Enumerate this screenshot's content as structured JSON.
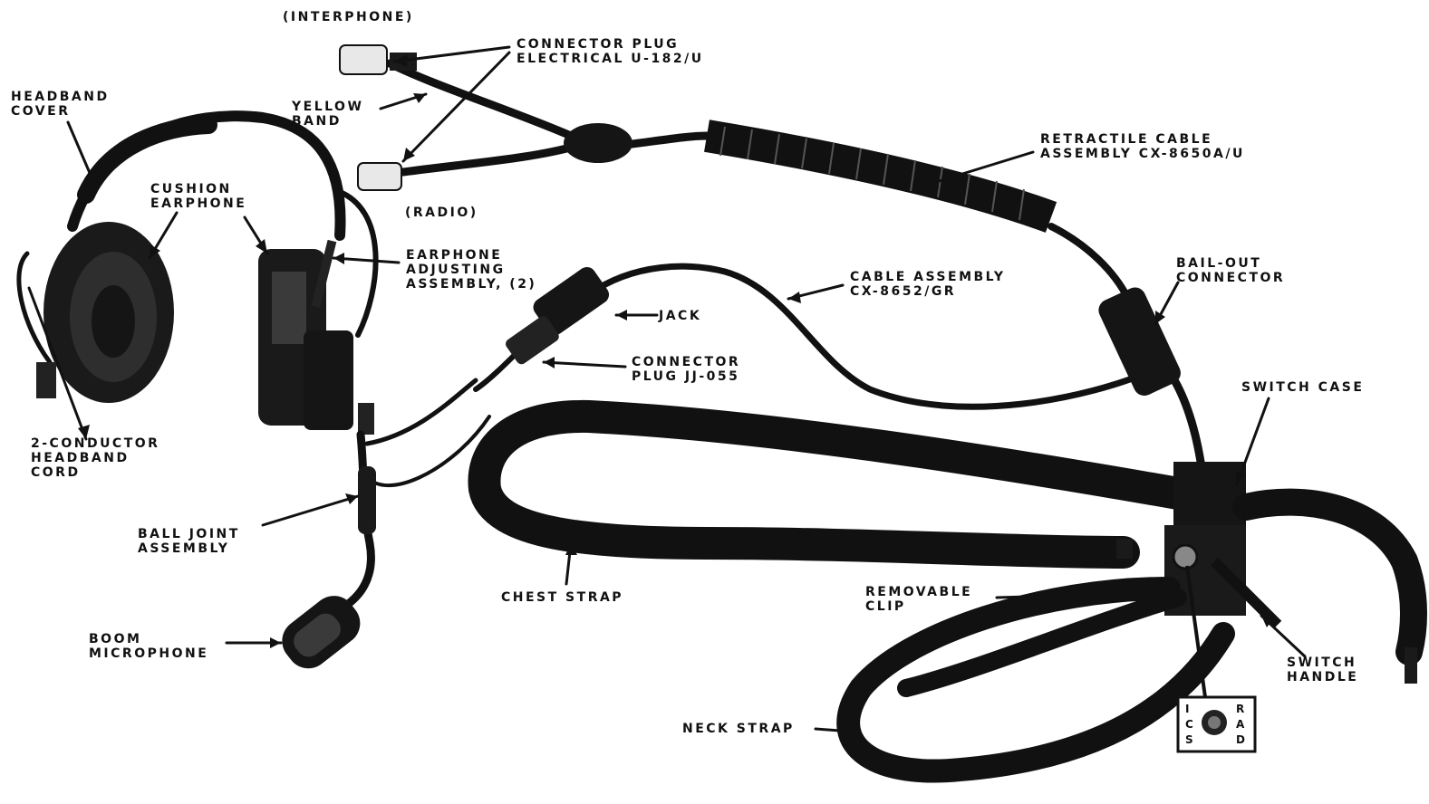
{
  "labels": {
    "interphone": "(INTERPHONE)",
    "connector_plug_electrical": [
      "CONNECTOR PLUG",
      "ELECTRICAL U-182/U"
    ],
    "yellow_band": [
      "YELLOW",
      "BAND"
    ],
    "headband_cover": [
      "HEADBAND",
      "COVER"
    ],
    "cushion_earphone": [
      "CUSHION",
      "EARPHONE"
    ],
    "radio": "(RADIO)",
    "retractile_cable": [
      "RETRACTILE CABLE",
      "ASSEMBLY CX-8650A/U"
    ],
    "earphone_adjusting": [
      "EARPHONE",
      "ADJUSTING",
      "ASSEMBLY, (2)"
    ],
    "bail_out_connector": [
      "BAIL-OUT",
      "CONNECTOR"
    ],
    "cable_assembly": [
      "CABLE ASSEMBLY",
      "CX-8652/GR"
    ],
    "jack": "JACK",
    "connector_plug_jj": [
      "CONNECTOR",
      "PLUG JJ-055"
    ],
    "switch_case": "SWITCH CASE",
    "headband_cord": [
      "2-CONDUCTOR",
      "HEADBAND",
      "CORD"
    ],
    "ball_joint": [
      "BALL JOINT",
      "ASSEMBLY"
    ],
    "chest_strap": "CHEST STRAP",
    "removable_clip": [
      "REMOVABLE",
      "CLIP"
    ],
    "boom_microphone": [
      "BOOM",
      "MICROPHONE"
    ],
    "switch_handle": [
      "SWITCH",
      "HANDLE"
    ],
    "neck_strap": "NECK STRAP"
  },
  "switch_panel": {
    "left_letters": [
      "I",
      "C",
      "S"
    ],
    "right_letters": [
      "R",
      "A",
      "D"
    ]
  },
  "colors": {
    "ink": "#111111",
    "paper": "#ffffff"
  }
}
